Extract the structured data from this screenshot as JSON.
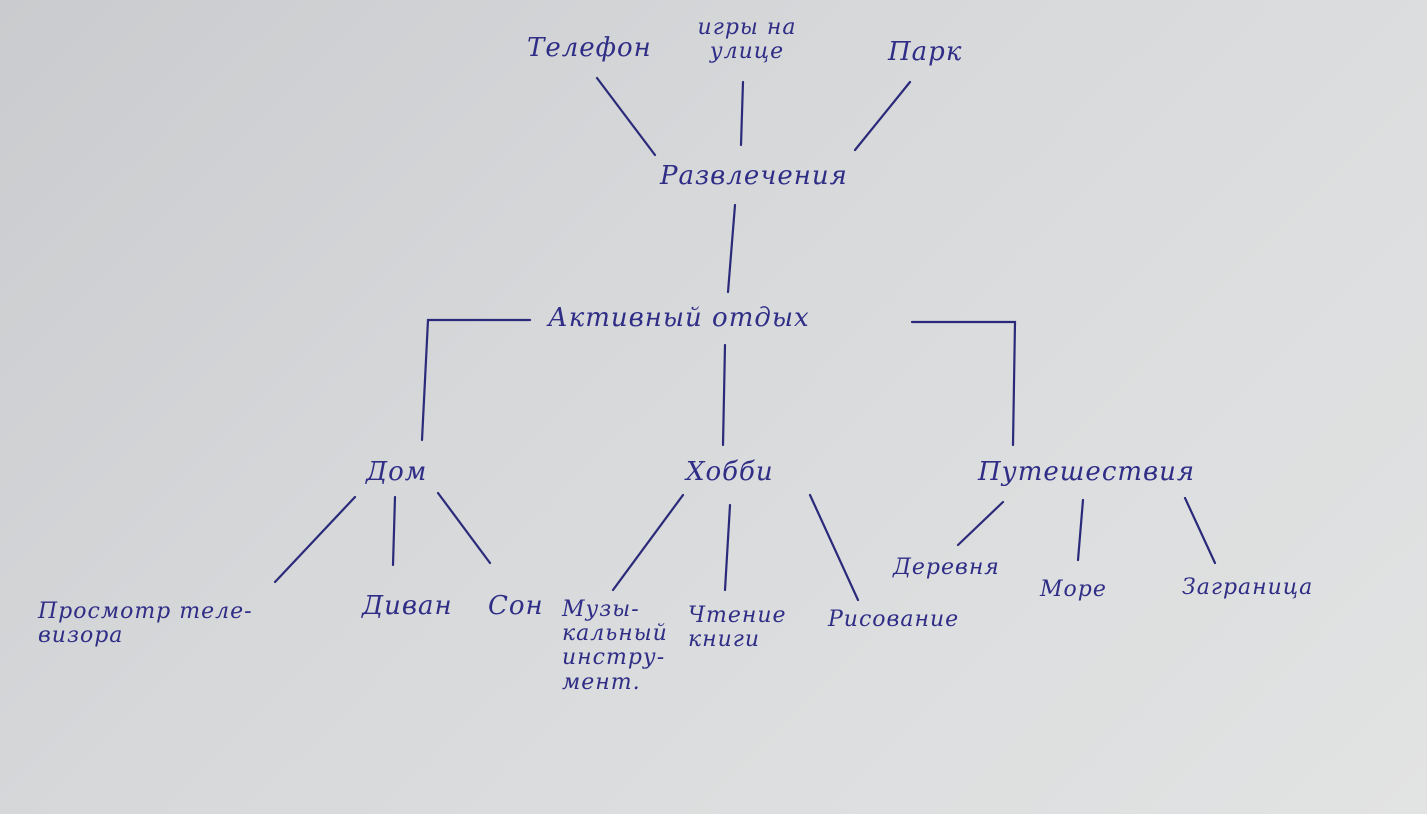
{
  "root": "Активный отдых",
  "top": {
    "label": "Развлечения",
    "children": [
      "Телефон",
      "игры на улице",
      "Парк"
    ]
  },
  "branches": [
    {
      "label": "Дом",
      "children": [
        "Просмотр теле-визора",
        "Диван",
        "Сон"
      ]
    },
    {
      "label": "Хобби",
      "children": [
        "Музы-кальный инстру-мент.",
        "Чтение книги",
        "Рисование"
      ]
    },
    {
      "label": "Путешествия",
      "children": [
        "Деревня",
        "Море",
        "Заграница"
      ]
    }
  ]
}
